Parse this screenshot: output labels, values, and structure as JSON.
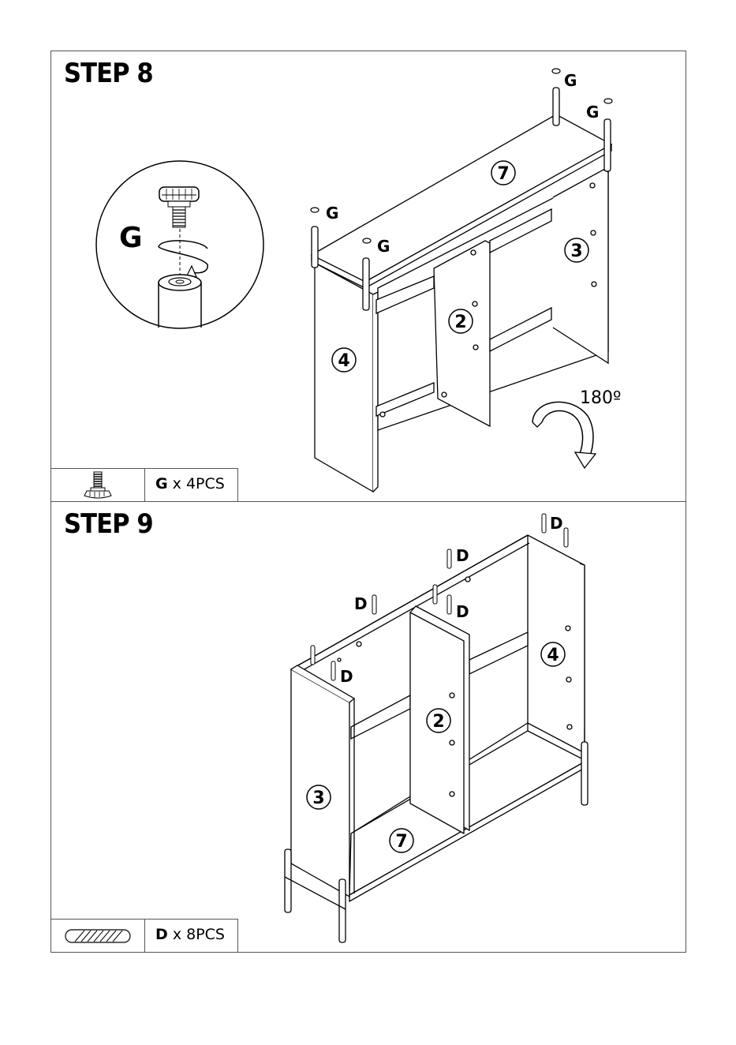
{
  "steps": [
    {
      "title": "STEP 8",
      "part_letter": "G",
      "part_qty": "x 4PCS",
      "detail_label": "G",
      "rotation": "180º",
      "callouts": {
        "top": "7",
        "middle": "2",
        "right": "3",
        "left": "4"
      },
      "hardware_labels": [
        "G",
        "G",
        "G",
        "G"
      ]
    },
    {
      "title": "STEP 9",
      "part_letter": "D",
      "part_qty": "x 8PCS",
      "callouts": {
        "right": "4",
        "middle": "2",
        "left": "3",
        "bottom": "7"
      },
      "hardware_labels": [
        "D",
        "D",
        "D",
        "D",
        "D"
      ]
    }
  ],
  "colors": {
    "line": "#000000",
    "border": "#555555"
  },
  "icons": [
    "leveler-foot-icon",
    "wooden-dowel-icon",
    "rotate-arrow-icon"
  ]
}
